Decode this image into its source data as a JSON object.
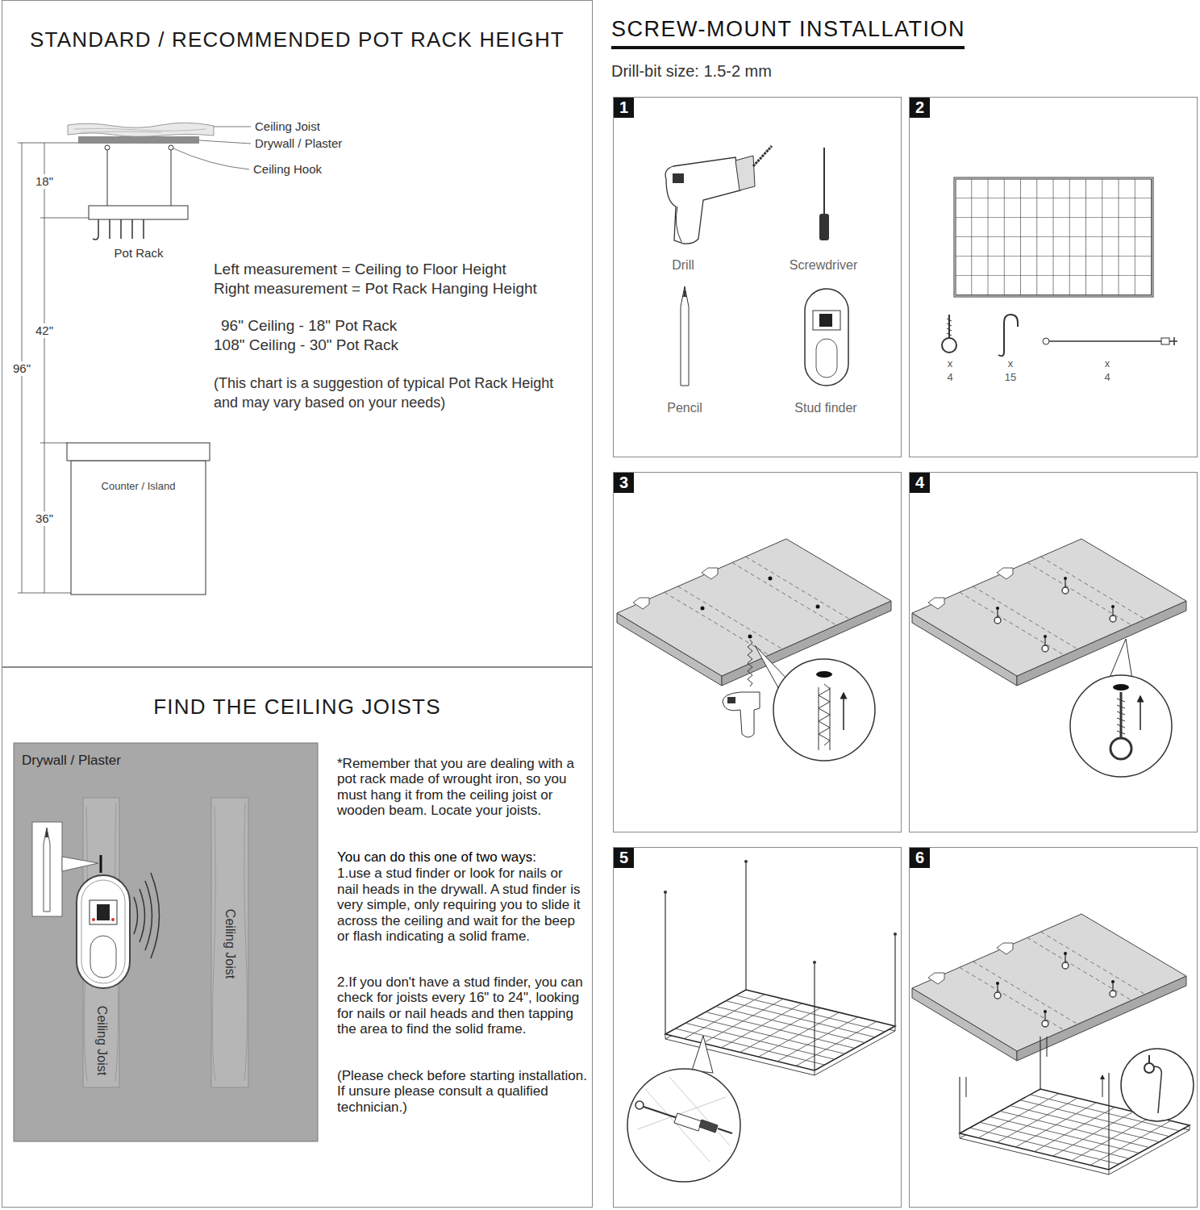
{
  "diagram": {
    "nodes": [
      {
        "text": [
          "STANDARD / RECOMMENDED POT RACK HEIGHT"
        ]
      },
      {
        "text": [
          "Counter / Island"
        ],
        "in": 0
      },
      {
        "text": [
          "FIND THE CEILING JOISTS"
        ]
      },
      {
        "text": [
          "Drywall / Plaster"
        ],
        "in": 2
      },
      {
        "text": [
          "Ceiling Joist"
        ],
        "in": 3
      },
      {
        "text": [
          "Ceiling Joist"
        ],
        "in": 3
      },
      {
        "text": [
          "1"
        ]
      },
      {
        "text": [
          "2"
        ]
      },
      {
        "text": [
          "3"
        ]
      },
      {
        "text": [
          "4"
        ]
      },
      {
        "text": [
          "5"
        ]
      },
      {
        "text": [
          "6"
        ]
      }
    ],
    "labels": [
      "Ceiling Joist",
      "Drywall / Plaster",
      "Ceiling Hook",
      "18\"",
      "Pot Rack",
      "42\"",
      "96\"",
      "36\"",
      "Left measurement = Ceiling to Floor Height",
      "Right measurement = Pot Rack Hanging Height",
      "96\" Ceiling - 18\" Pot Rack",
      "108\" Ceiling - 30\" Pot Rack",
      "(This chart is a suggestion of typical Pot Rack Height and may vary based on your needs)",
      "*Remember that you are dealing with a pot rack made of wrought iron, so you must hang it from the ceiling joist or wooden beam. Locate your joists.",
      "You can do this one of two ways:",
      "1.use a stud finder or look for nails or nail heads in the drywall. A stud finder is very simple, only requiring you to slide it across the ceiling and wait for the beep or flash indicating a solid frame.",
      "2.If you don't have a stud finder, you can check for joists every 16\" to 24\", looking for nails or nail heads and then tapping the area to find the solid frame.",
      "(Please check before starting installation. If unsure please consult a qualified technician.)",
      "SCREW-MOUNT INSTALLATION",
      "Drill-bit size: 1.5-2 mm",
      "Drill",
      "Screwdriver",
      "Pencil",
      "Stud finder",
      "x",
      "4",
      "x",
      "15",
      "x",
      "4"
    ]
  }
}
